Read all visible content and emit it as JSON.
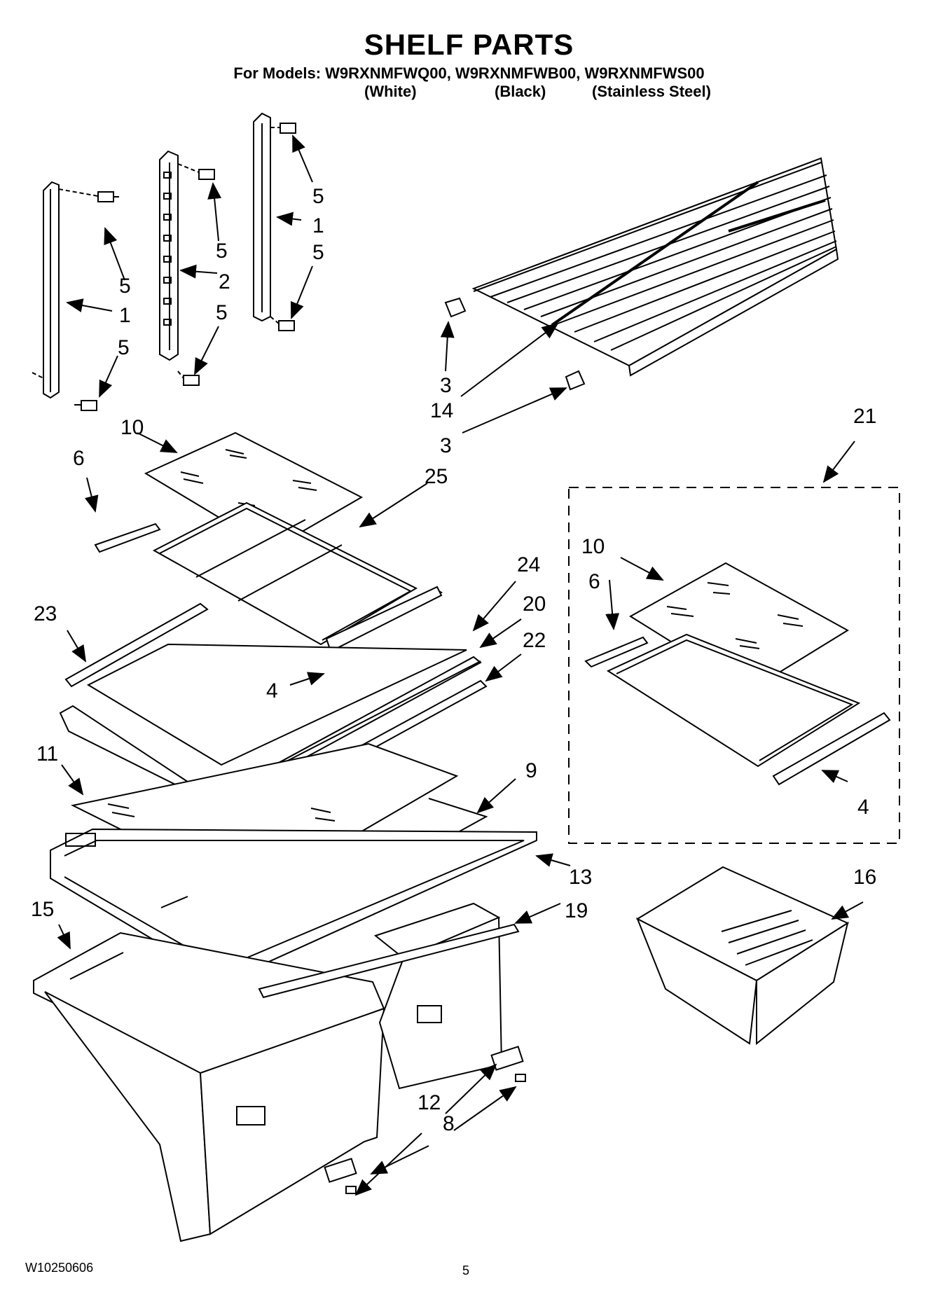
{
  "header": {
    "title": "SHELF PARTS",
    "models_line": "For Models: W9RXNMFWQ00, W9RXNMFWB00, W9RXNMFWS00",
    "variants": [
      "(White)",
      "(Black)",
      "(Stainless Steel)"
    ]
  },
  "callouts": {
    "c1a": "1",
    "c1b": "1",
    "c2": "2",
    "c3a": "3",
    "c3b": "3",
    "c4a": "4",
    "c4b": "4",
    "c5a": "5",
    "c5b": "5",
    "c5c": "5",
    "c5d": "5",
    "c5e": "5",
    "c5f": "5",
    "c6a": "6",
    "c6b": "6",
    "c8": "8",
    "c9": "9",
    "c10a": "10",
    "c10b": "10",
    "c11": "11",
    "c12": "12",
    "c13": "13",
    "c14": "14",
    "c15": "15",
    "c16": "16",
    "c19": "19",
    "c20": "20",
    "c21": "21",
    "c22": "22",
    "c23": "23",
    "c24": "24",
    "c25": "25"
  },
  "footer": {
    "doc_number": "W10250606",
    "page_number": "5"
  }
}
